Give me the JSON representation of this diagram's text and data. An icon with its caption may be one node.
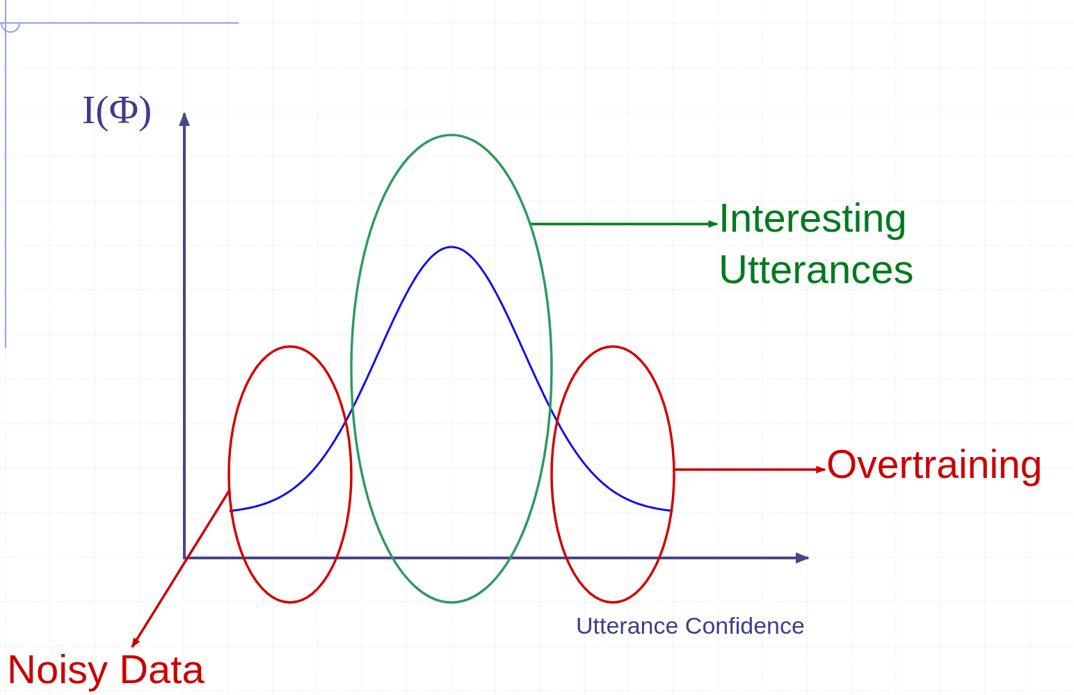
{
  "diagram": {
    "nodes": [
      {
        "text": [],
        "shape": "ellipse"
      },
      {
        "text": [],
        "shape": "ellipse"
      },
      {
        "text": [],
        "shape": "ellipse"
      },
      {
        "text": [
          "Interesting Utterances"
        ]
      },
      {
        "text": [
          "Overtraining"
        ]
      },
      {
        "text": [
          "Noisy Data"
        ]
      }
    ],
    "edges": [
      {
        "from": 1,
        "to": 3,
        "arrow": "to",
        "color": "#007a1e"
      },
      {
        "from": 2,
        "to": 4,
        "arrow": "to"
      },
      {
        "from": 0,
        "to": 5,
        "arrow": "to"
      }
    ],
    "labels": [
      "I(Φ)",
      "Utterance Confidence"
    ]
  }
}
